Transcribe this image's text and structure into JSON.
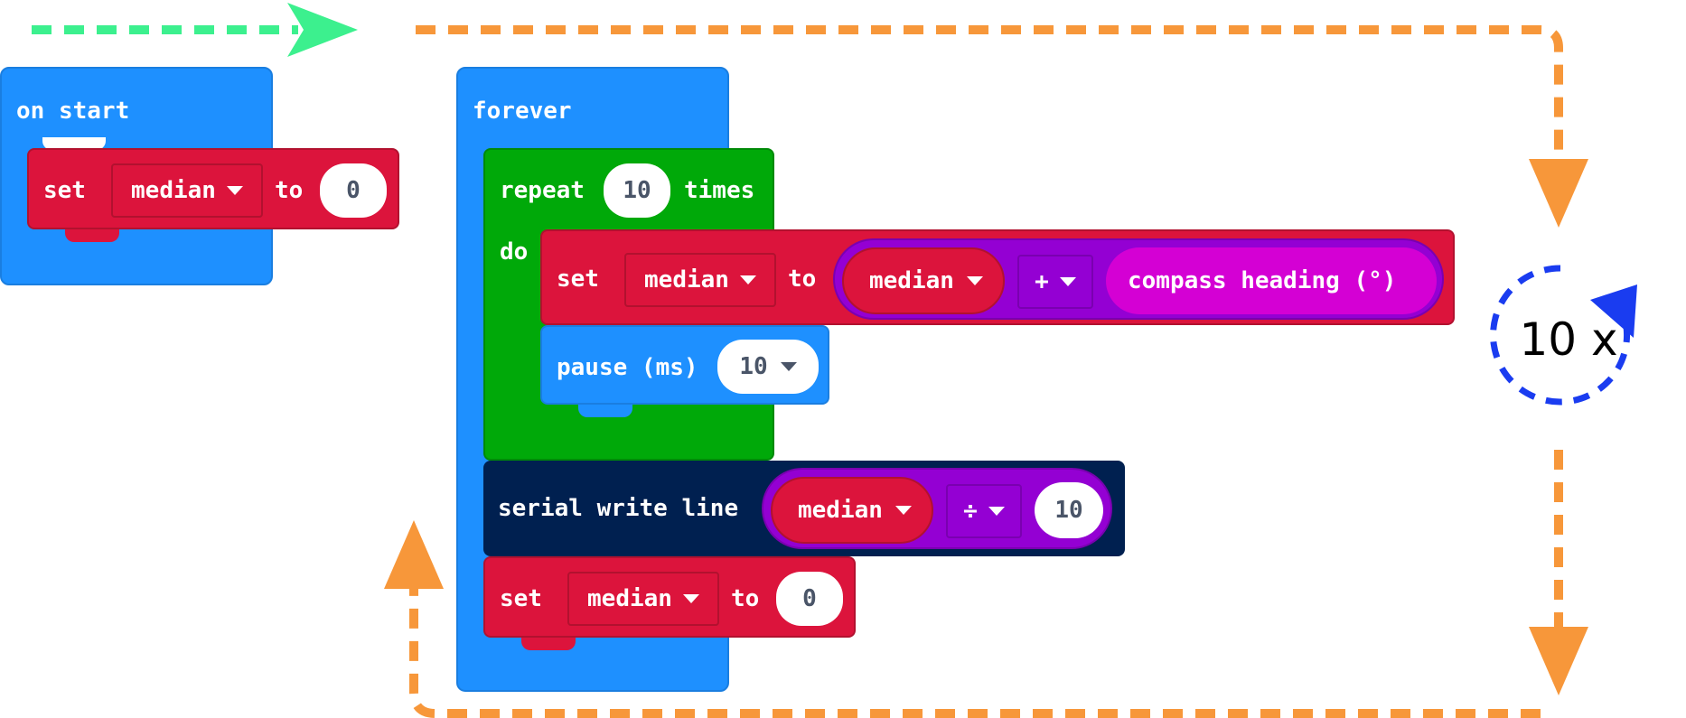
{
  "colors": {
    "events": "#1e90ff",
    "events_border": "#1a7ee0",
    "variables": "#dc143c",
    "variables_border": "#b2112f",
    "loops": "#00a909",
    "loops_border": "#008a08",
    "math": "#9400d3",
    "math_border": "#7a00b0",
    "compass": "#d400d4",
    "serial": "#002050",
    "arrow_green": "#3cf08e",
    "arrow_orange": "#f7973a",
    "arrow_blue": "#1a3cf0",
    "loop_label": "#000000"
  },
  "on_start": {
    "label": "on start",
    "set_block": {
      "label_set": "set",
      "variable": "median",
      "label_to": "to",
      "value": "0"
    }
  },
  "forever": {
    "label": "forever",
    "repeat": {
      "label_repeat": "repeat",
      "count": "10",
      "label_times": "times",
      "label_do": "do",
      "set_block": {
        "label_set": "set",
        "variable": "median",
        "label_to": "to",
        "operand_var": "median",
        "operator": "+",
        "operand_reporter": "compass heading (°)"
      },
      "pause": {
        "label": "pause (ms)",
        "value": "10"
      }
    },
    "serial": {
      "label": "serial write line",
      "operand_var": "median",
      "operator": "÷",
      "operand_value": "10"
    },
    "reset": {
      "label_set": "set",
      "variable": "median",
      "label_to": "to",
      "value": "0"
    }
  },
  "loop_annotation": {
    "text": "10 x"
  }
}
